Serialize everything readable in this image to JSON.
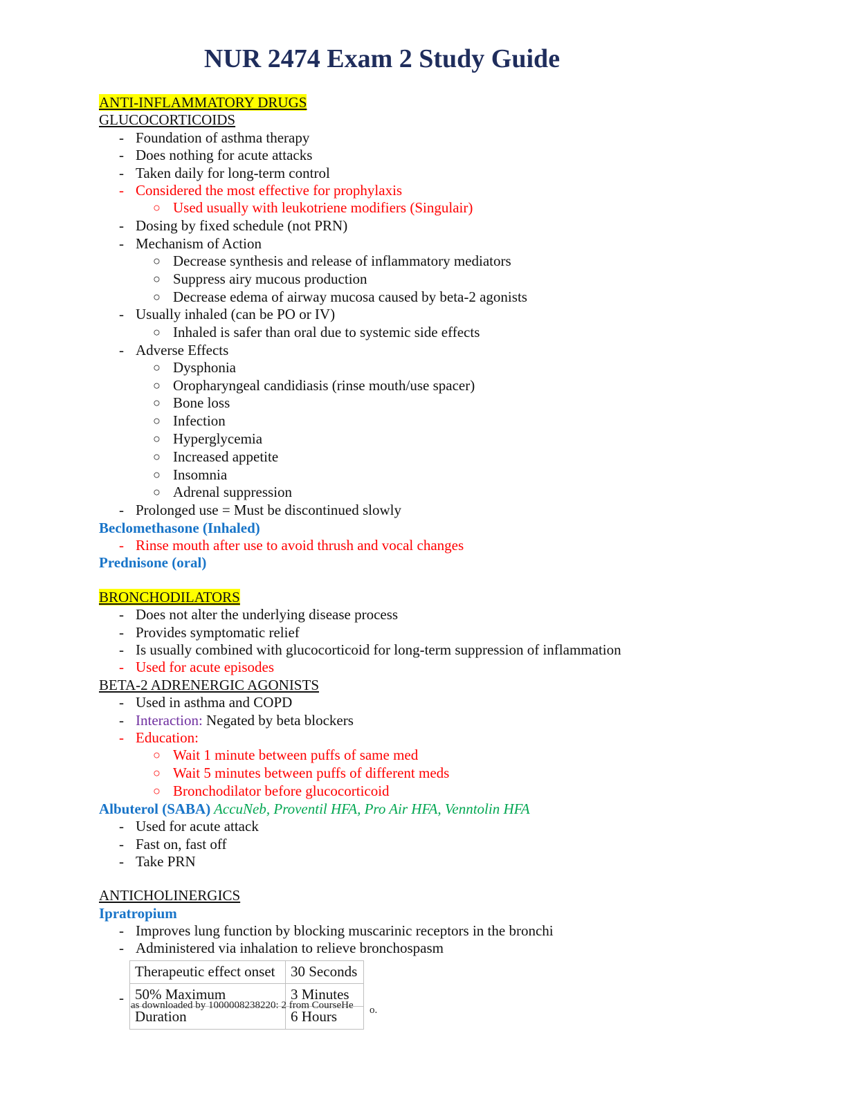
{
  "title": "NUR 2474 Exam 2 Study Guide",
  "anti_inflammatory": {
    "heading": "ANTI-INFLAMMATORY DRUGS",
    "subheading": "GLUCOCORTICOIDS",
    "b1": "Foundation of asthma therapy",
    "b2": "Does nothing for acute attacks",
    "b3": "Taken daily for long-term control",
    "b4": "Considered the most effective for prophylaxis",
    "b4a": "Used usually with leukotriene modifiers (Singulair)",
    "b5": "Dosing by fixed schedule (not PRN)",
    "b6": "Mechanism of Action",
    "b6a": "Decrease synthesis and release of inflammatory mediators",
    "b6b": "Suppress airy mucous production",
    "b6c": "Decrease edema of airway mucosa caused by beta-2 agonists",
    "b7": "Usually inhaled (can be PO or IV)",
    "b7a": "Inhaled is safer than oral due to systemic side effects",
    "b8": "Adverse Effects",
    "ae1": "Dysphonia",
    "ae2": "Oropharyngeal candidiasis (rinse mouth/use spacer)",
    "ae3": "Bone loss",
    "ae4": "Infection",
    "ae5": "Hyperglycemia",
    "ae6": "Increased appetite",
    "ae7": "Insomnia",
    "ae8": "Adrenal suppression",
    "b9": "Prolonged use = Must be discontinued slowly",
    "drug1": "Beclomethasone (Inhaled)",
    "drug1_note": "Rinse mouth after use to avoid thrush and vocal changes",
    "drug2": "Prednisone (oral)"
  },
  "bronchodilators": {
    "heading": "BRONCHODILATORS",
    "b1": "Does not alter the underlying disease process",
    "b2": "Provides symptomatic relief",
    "b3": "Is usually combined with glucocorticoid for long-term suppression of inflammation",
    "b4": "Used for acute episodes",
    "subheading": "BETA-2 ADRENERGIC AGONISTS",
    "c1": "Used in asthma and COPD",
    "c2_label": "Interaction:",
    "c2_text": " Negated by beta blockers",
    "c3": "Education:",
    "c3a": "Wait 1 minute between puffs of same med",
    "c3b": "Wait 5 minutes between puffs of different meds",
    "c3c": "Bronchodilator before glucocorticoid",
    "drug": "Albuterol (SABA)",
    "brands": " AccuNeb, Proventil HFA, Pro Air HFA, Venntolin HFA",
    "d1": "Used for acute attack",
    "d2": "Fast on, fast off",
    "d3": "Take PRN"
  },
  "anticholinergics": {
    "heading": "ANTICHOLINERGICS",
    "drug": "Ipratropium",
    "b1": "Improves lung function by blocking muscarinic receptors in the bronchi",
    "b2": "Administered via inhalation to relieve bronchospasm",
    "table": [
      [
        "Therapeutic effect onset",
        "30 Seconds"
      ],
      [
        "50% Maximum",
        "3 Minutes"
      ],
      [
        "Duration",
        "6 Hours"
      ]
    ]
  },
  "markers": {
    "dash": "-",
    "circle": "○"
  },
  "footer": {
    "text": "as downloaded by 1000008238220: 2 from CourseHe",
    "end": "o."
  }
}
